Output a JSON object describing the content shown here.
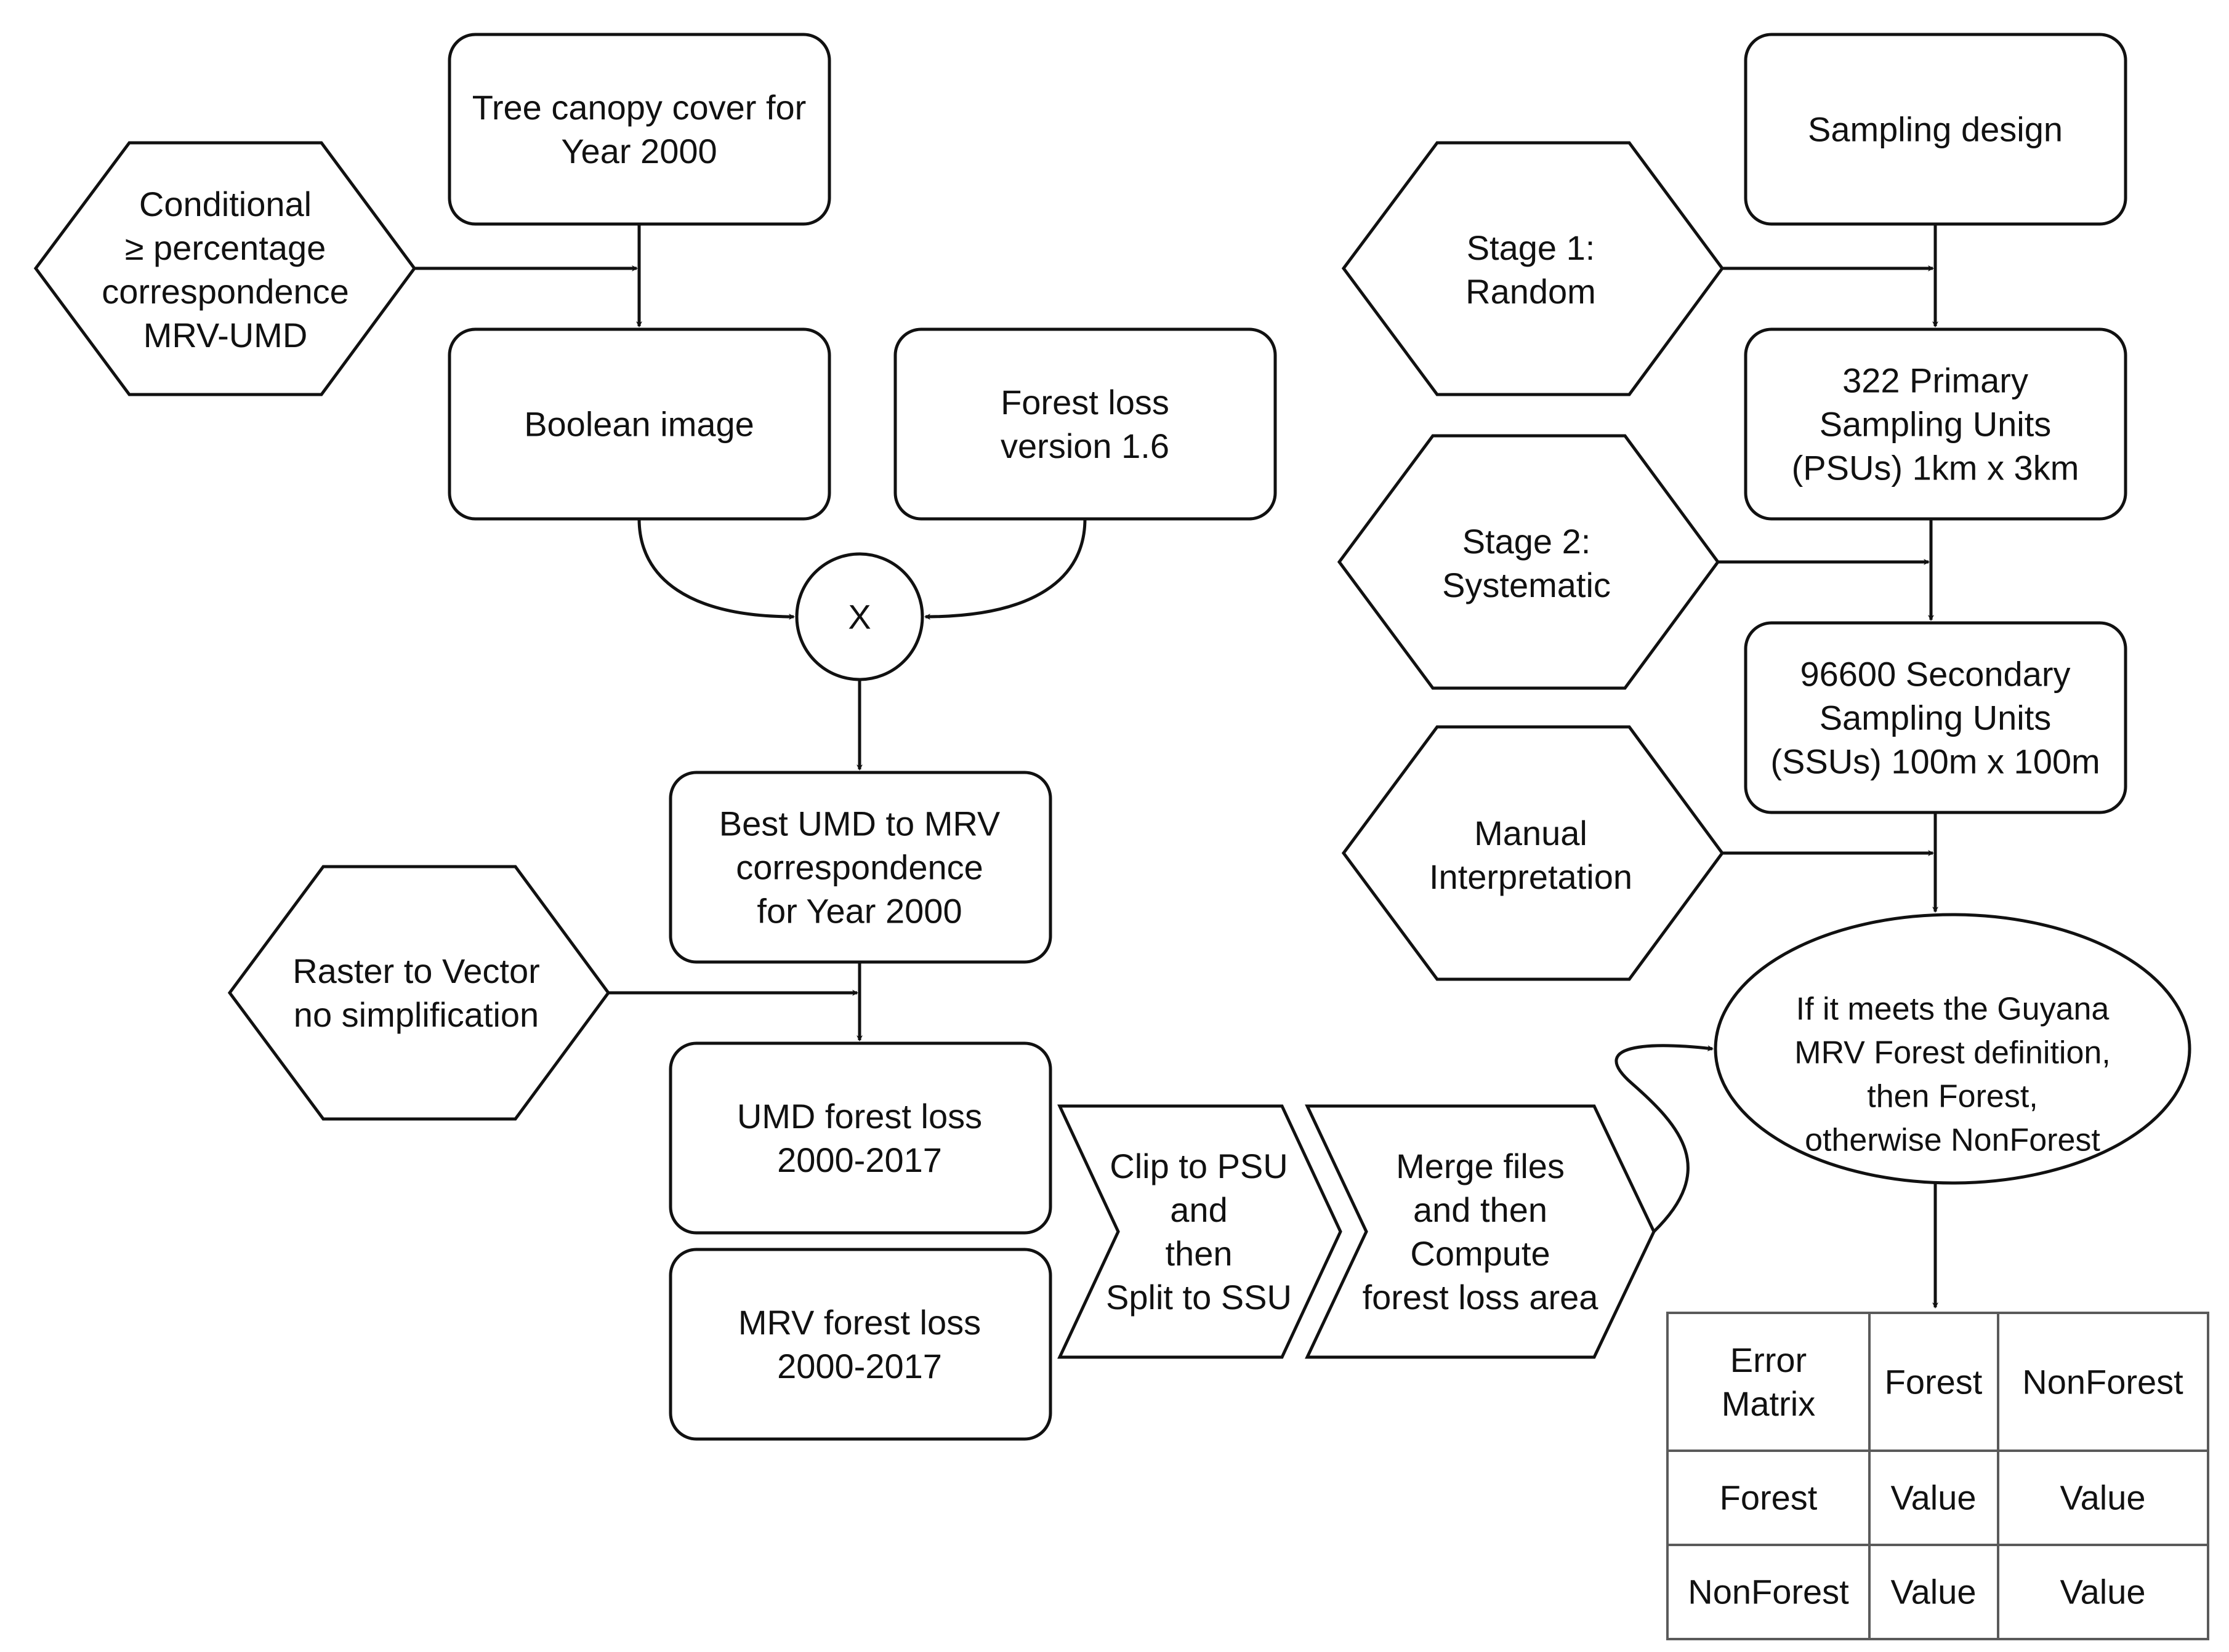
{
  "nodes": {
    "tree_canopy": [
      "Tree canopy cover for",
      "Year 2000"
    ],
    "conditional": [
      "Conditional",
      "≥ percentage",
      "correspondence",
      "MRV-UMD"
    ],
    "boolean_image": [
      "Boolean image"
    ],
    "forest_loss": [
      "Forest loss",
      "version 1.6"
    ],
    "multiply": [
      "X"
    ],
    "best_umd": [
      "Best UMD to MRV",
      "correspondence",
      "for Year 2000"
    ],
    "raster_vector": [
      "Raster to Vector",
      "no simplification"
    ],
    "umd_forest_loss": [
      "UMD forest loss",
      "2000-2017"
    ],
    "mrv_forest_loss": [
      "MRV forest loss",
      "2000-2017"
    ],
    "clip": [
      "Clip to PSU",
      "and",
      "then",
      "Split to SSU"
    ],
    "merge": [
      "Merge files",
      "and then",
      "Compute",
      "forest loss area"
    ],
    "sampling_design": [
      "Sampling design"
    ],
    "stage1": [
      "Stage 1:",
      "Random"
    ],
    "psu": [
      "322 Primary",
      "Sampling Units",
      "(PSUs) 1km x 3km"
    ],
    "stage2": [
      "Stage 2:",
      "Systematic"
    ],
    "ssu": [
      "96600 Secondary",
      "Sampling Units",
      "(SSUs) 100m x 100m"
    ],
    "manual": [
      "Manual",
      "Interpretation"
    ],
    "guyana": [
      "If it meets the Guyana",
      "MRV Forest definition,",
      "then Forest,",
      "otherwise NonForest"
    ]
  },
  "error_matrix": {
    "header": [
      [
        "Error",
        "Matrix"
      ],
      [
        "Forest"
      ],
      [
        "NonForest"
      ]
    ],
    "rows": [
      [
        [
          "Forest"
        ],
        [
          "Value"
        ],
        [
          "Value"
        ]
      ],
      [
        [
          "NonForest"
        ],
        [
          "Value"
        ],
        [
          "Value"
        ]
      ]
    ]
  }
}
